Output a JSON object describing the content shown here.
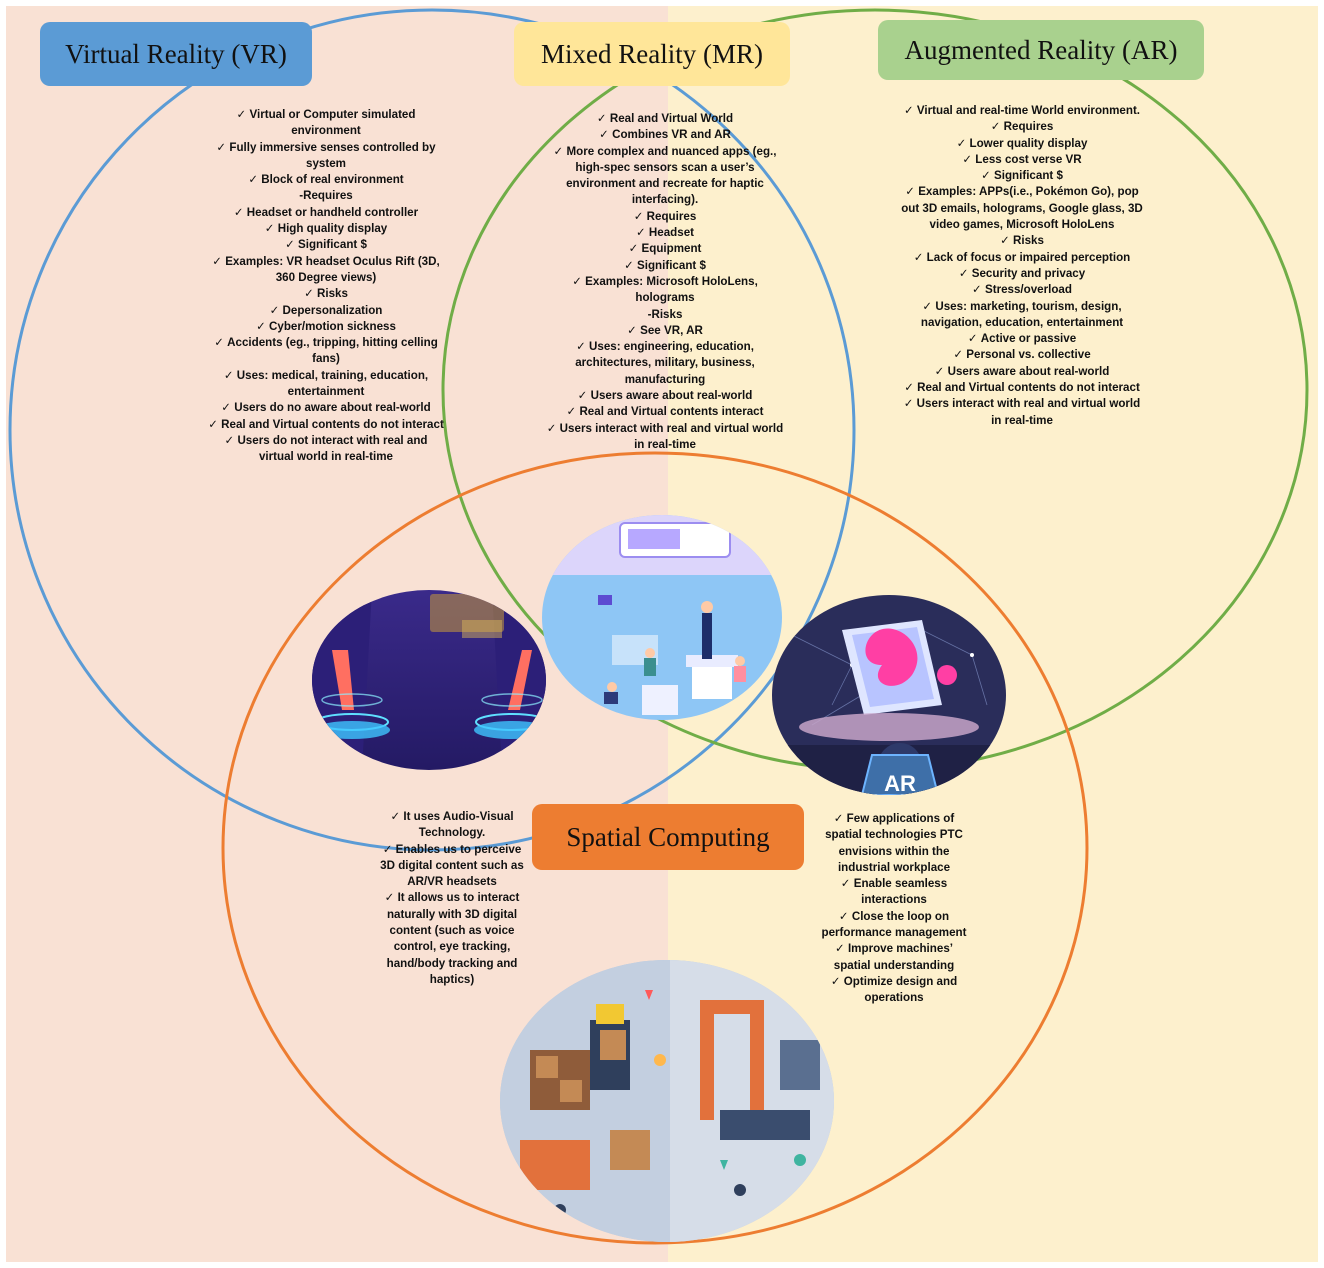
{
  "colors": {
    "vr": "#5b9bd5",
    "mr": "#ffe699",
    "ar": "#a9d18e",
    "spatial": "#ed7d31",
    "background_left": "#f9e1d4",
    "background_right": "#fdf0cd"
  },
  "titles": {
    "vr": "Virtual Reality (VR)",
    "mr": "Mixed Reality (MR)",
    "ar": "Augmented Reality (AR)",
    "spatial": "Spatial Computing"
  },
  "vr_items": [
    "Virtual or Computer simulated environment",
    "Fully immersive senses controlled by system",
    "Block of real environment",
    "-Requires",
    "Headset or handheld controller",
    "High quality display",
    "Significant $",
    "Examples: VR headset Oculus Rift (3D, 360 Degree views)",
    "Risks",
    "Depersonalization",
    "Cyber/motion sickness",
    "Accidents (eg., tripping, hitting celling fans)",
    "Uses: medical, training, education, entertainment",
    "Users do no aware about real-world",
    "Real and Virtual contents do not interact",
    "Users do not interact with real and virtual world in real-time"
  ],
  "mr_items": [
    "Real and Virtual World",
    "Combines VR and AR",
    "More complex and nuanced apps (eg., high-spec sensors scan a user’s environment and recreate for haptic interfacing).",
    "Requires",
    "Headset",
    "Equipment",
    "Significant $",
    "Examples: Microsoft HoloLens, holograms",
    "-Risks",
    "See VR, AR",
    "Uses: engineering, education, architectures, military, business, manufacturing",
    "Users aware about real-world",
    "Real and Virtual contents interact",
    "Users interact with real and virtual world in real-time"
  ],
  "ar_items": [
    "Virtual and real-time World environment.",
    "Requires",
    "Lower quality display",
    "Less cost verse VR",
    "Significant $",
    "Examples:  APPs(i.e., Pokémon Go), pop out 3D emails, holograms, Google glass, 3D video games, Microsoft HoloLens",
    "Risks",
    "Lack of focus or impaired perception",
    "Security and privacy",
    "Stress/overload",
    "Uses: marketing, tourism, design, navigation, education, entertainment",
    "Active or passive",
    "Personal vs. collective",
    "Users aware about real-world",
    "Real and Virtual contents do not interact",
    "Users interact with real and virtual world in real-time"
  ],
  "spatial_left_items": [
    "It uses Audio-Visual Technology.",
    "Enables us to perceive 3D digital content such as AR/VR headsets",
    "It allows us to interact naturally with 3D digital content (such as voice control, eye tracking, hand/body tracking and haptics)"
  ],
  "spatial_right_items": [
    "Few applications of spatial technologies PTC envisions within the industrial workplace",
    "Enable seamless interactions",
    "Close the loop on performance management",
    "Improve machines’ spatial understanding",
    "Optimize design and operations"
  ],
  "ar_badge": "AR"
}
